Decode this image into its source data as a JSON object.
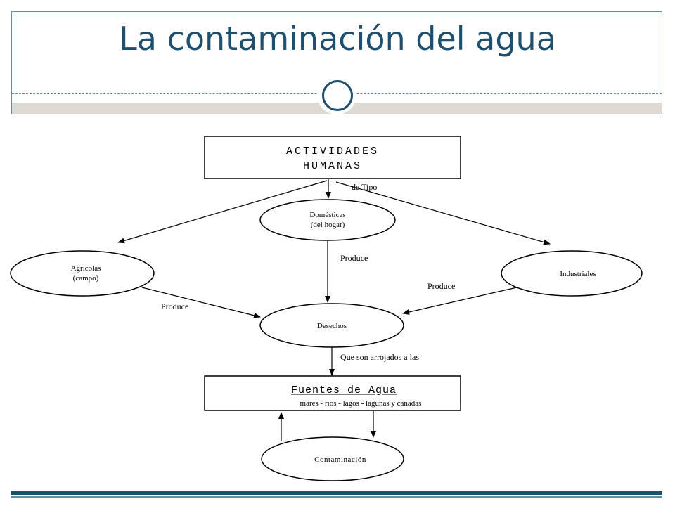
{
  "slide": {
    "title": "La contaminación del agua"
  },
  "diagram": {
    "top_box": {
      "line1": "ACTIVIDADES",
      "line2": "HUMANAS"
    },
    "type_label": "de Tipo",
    "domesticas": {
      "line1": "Domésticas",
      "line2": "(del hogar)"
    },
    "agricolas": {
      "line1": "Agrícolas",
      "line2": "(campo)"
    },
    "industriales": {
      "line1": "Industriales"
    },
    "produce_center": "Produce",
    "produce_left": "Produce",
    "produce_right": "Produce",
    "desechos": "Desechos",
    "arrojados": "Que son arrojados a las",
    "fuentes": {
      "title": "Fuentes de Agua",
      "subtitle": "mares - ríos - lagos - lagunas y cañadas"
    },
    "contaminacion": "Contaminación"
  }
}
